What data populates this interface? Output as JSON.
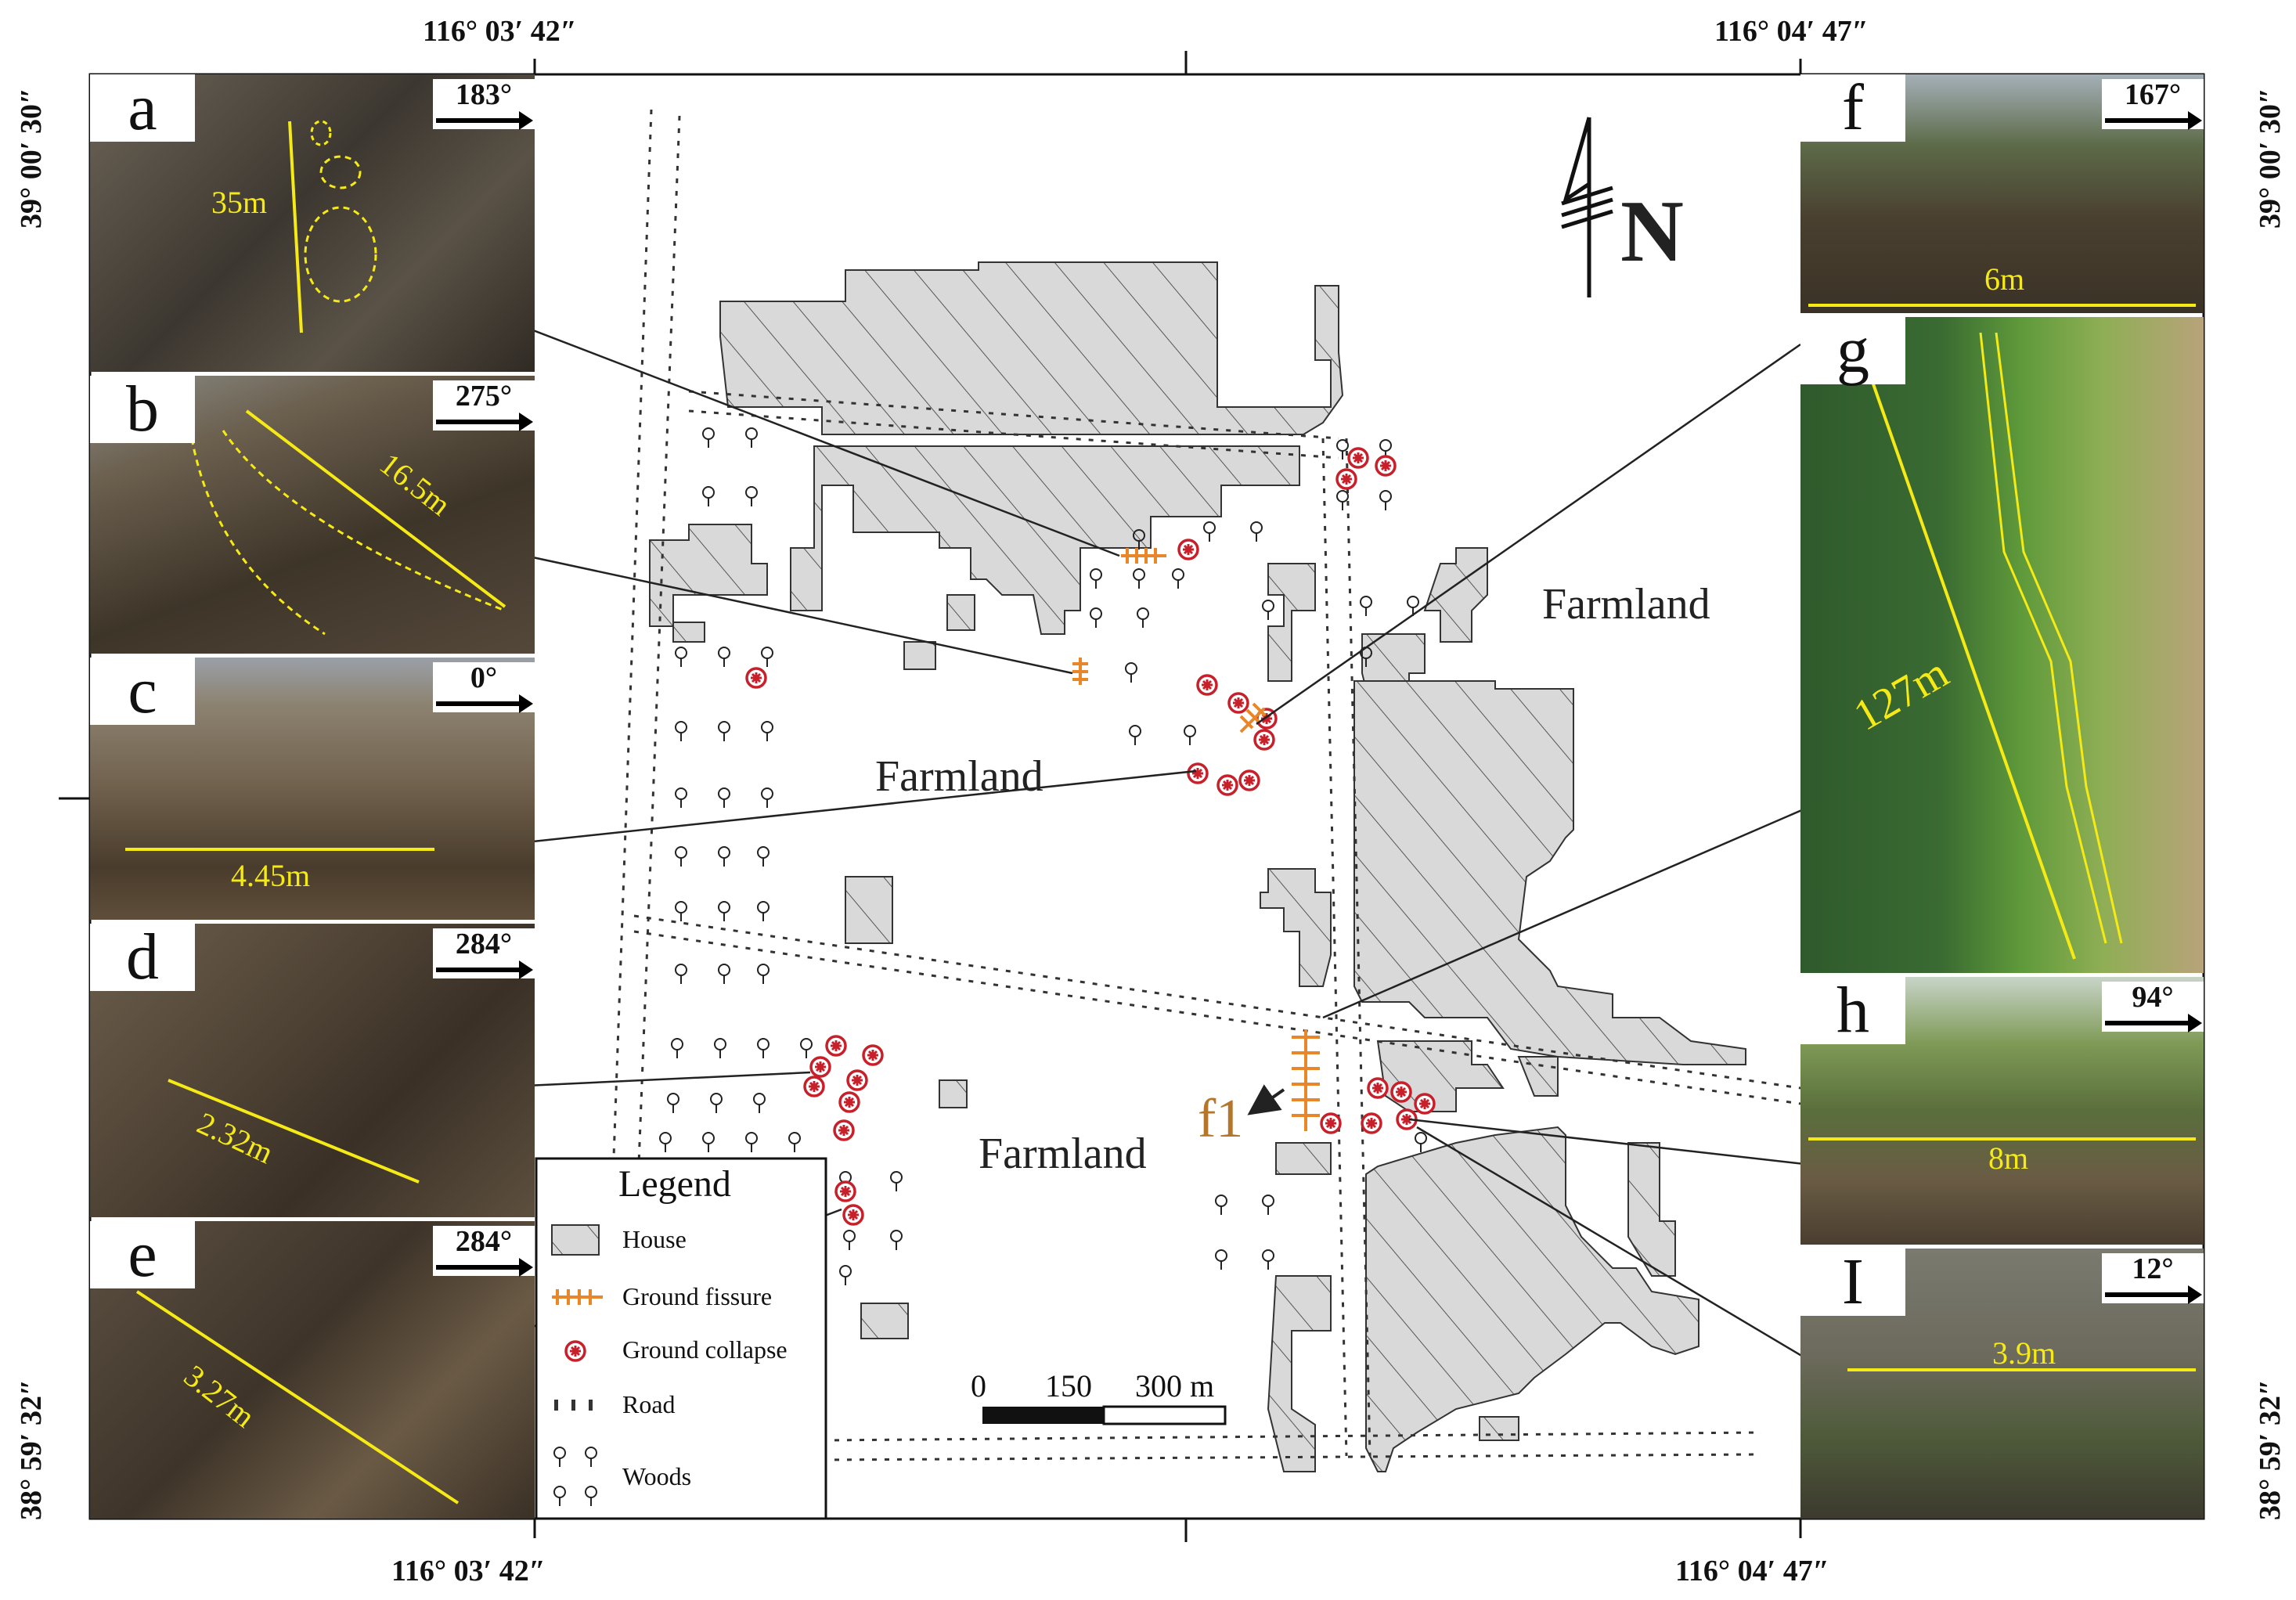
{
  "coordinates": {
    "top_left_lon": "116° 03′ 42″",
    "top_right_lon": "116° 04′ 47″",
    "bottom_left_lon": "116° 03′ 42″",
    "bottom_right_lon": "116° 04′ 47″",
    "left_top_lat": "39° 00′ 30″",
    "left_bottom_lat": "38° 59′ 32″",
    "right_top_lat": "39° 00′ 30″",
    "right_bottom_lat": "38° 59′ 32″"
  },
  "photos": [
    {
      "label": "a",
      "direction": "183°",
      "measurement": "35m"
    },
    {
      "label": "b",
      "direction": "275°",
      "measurement": "16.5m"
    },
    {
      "label": "c",
      "direction": "0°",
      "measurement": "4.45m"
    },
    {
      "label": "d",
      "direction": "284°",
      "measurement": "2.32m"
    },
    {
      "label": "e",
      "direction": "284°",
      "measurement": "3.27m"
    },
    {
      "label": "f",
      "direction": "167°",
      "measurement": "6m"
    },
    {
      "label": "g",
      "direction": "",
      "measurement": "127m"
    },
    {
      "label": "h",
      "direction": "94°",
      "measurement": "8m"
    },
    {
      "label": "I",
      "direction": "12°",
      "measurement": "3.9m"
    }
  ],
  "map": {
    "north_label": "N",
    "farmland_labels": [
      "Farmland",
      "Farmland",
      "Farmland"
    ],
    "fissure_label": "f1",
    "scale": {
      "labels": [
        "0",
        "150",
        "300 m"
      ]
    },
    "legend": {
      "title": "Legend",
      "items": [
        "House",
        "Ground fissure",
        "Ground collapse",
        "Road",
        "Woods"
      ]
    },
    "colors": {
      "house_fill": "#d9d9d9",
      "fissure": "#e8872a",
      "collapse": "#c8202a",
      "measurement": "#f6ea16",
      "fissure_label": "#b5762c"
    }
  }
}
